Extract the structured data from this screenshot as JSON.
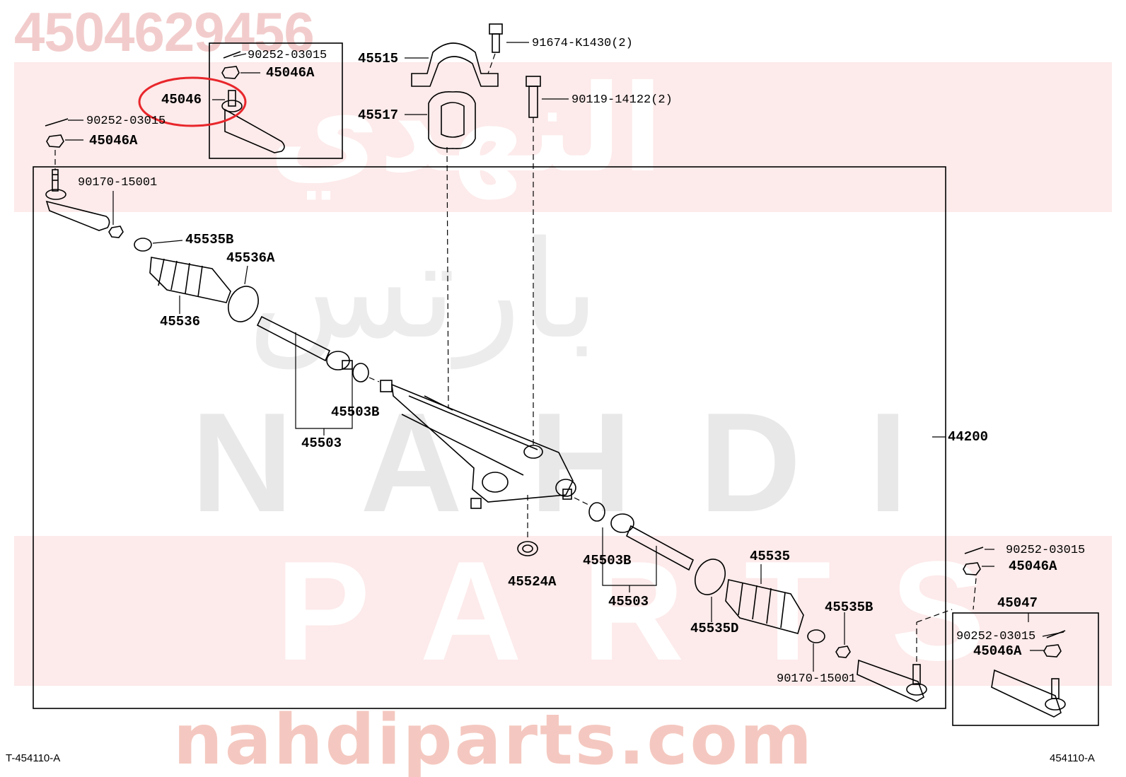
{
  "watermark": {
    "part_number": "4504629456",
    "arabic_top": "النهدي",
    "arabic_middle": "بارتس",
    "word_nahdi": "NAHDI",
    "word_parts": "PARTS",
    "website": "nahdiparts.com",
    "band_color": "#fdeaea",
    "text_color": "#f2cccc"
  },
  "highlight": {
    "color": "#e8262b",
    "part": "45046"
  },
  "labels": {
    "c1": "90252-03015",
    "n1": "45046A",
    "p45046": "45046",
    "c2": "90252-03015",
    "n2": "45046A",
    "p45515": "45515",
    "b1": "91674-K1430(2)",
    "p45517": "45517",
    "b2": "90119-14122(2)",
    "r1": "90170-15001",
    "p45535b_l": "45535B",
    "p45536a": "45536A",
    "p45536": "45536",
    "p45503b_l": "45503B",
    "p45503_l": "45503",
    "p44200": "44200",
    "p45524a": "45524A",
    "p45503b_r": "45503B",
    "p45503_r": "45503",
    "p45535": "45535",
    "p45535d": "45535D",
    "p45535b_r": "45535B",
    "r2": "90170-15001",
    "c3": "90252-03015",
    "n3": "45046A",
    "p45047": "45047",
    "c4": "90252-03015",
    "n4": "45046A"
  },
  "footer": {
    "left": "T-454110-A",
    "right": "454110-A"
  }
}
